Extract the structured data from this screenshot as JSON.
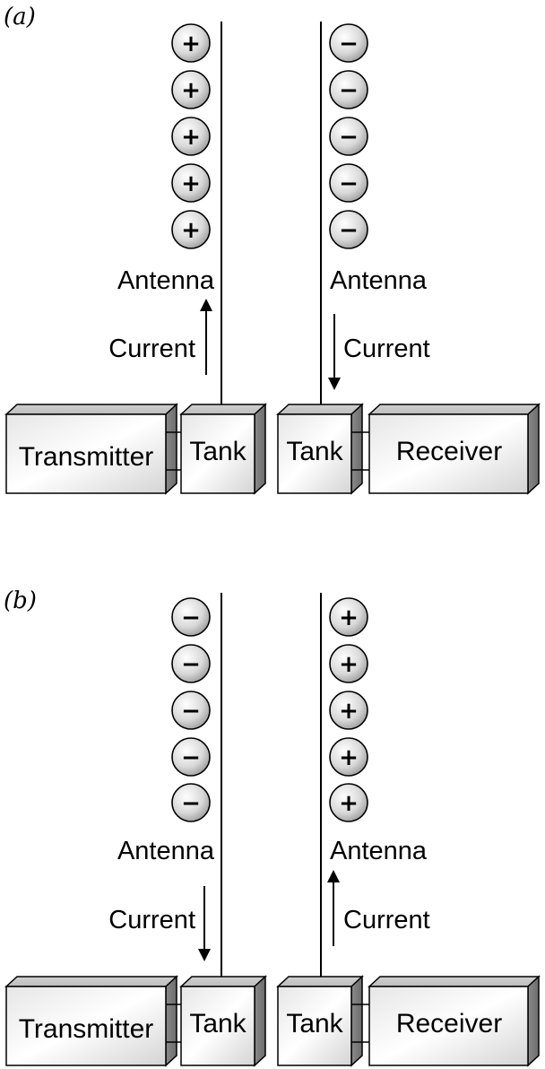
{
  "panels": [
    {
      "label": "(a)",
      "left_charges": [
        "+",
        "+",
        "+",
        "+",
        "+"
      ],
      "right_charges": [
        "−",
        "−",
        "−",
        "−",
        "−"
      ],
      "left_antenna_label": "Antenna",
      "right_antenna_label": "Antenna",
      "left_current_label": "Current",
      "right_current_label": "Current",
      "left_current_direction": "up",
      "right_current_direction": "down",
      "transmitter_label": "Transmitter",
      "left_tank_label": "Tank",
      "right_tank_label": "Tank",
      "receiver_label": "Receiver"
    },
    {
      "label": "(b)",
      "left_charges": [
        "−",
        "−",
        "−",
        "−",
        "−"
      ],
      "right_charges": [
        "+",
        "+",
        "+",
        "+",
        "+"
      ],
      "left_antenna_label": "Antenna",
      "right_antenna_label": "Antenna",
      "left_current_label": "Current",
      "right_current_label": "Current",
      "left_current_direction": "down",
      "right_current_direction": "up",
      "transmitter_label": "Transmitter",
      "left_tank_label": "Tank",
      "right_tank_label": "Tank",
      "receiver_label": "Receiver"
    }
  ]
}
